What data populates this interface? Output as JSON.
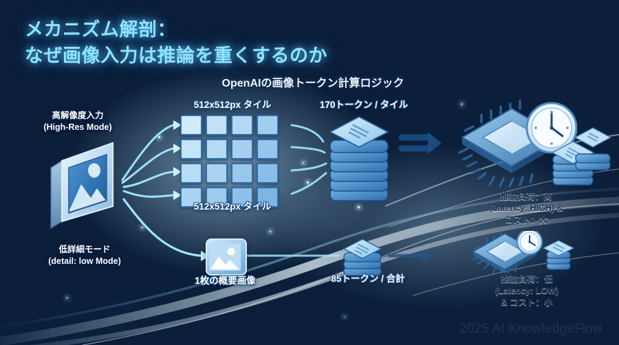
{
  "meta": {
    "accent_glow": "#8fe3ff",
    "bg_dark": "#112f5c",
    "bg_light": "#e8eff6",
    "tile_border": "#2b6fae"
  },
  "title": "メカニズム解剖：\nなぜ画像入力は推論を重くするのか",
  "subtitle": "OpenAIの画像トークン計算ロジック",
  "labels": {
    "high_res_input": "高解像度入力\n(High-Res Mode)",
    "low_detail_mode": "低詳細モード\n(detail: low Mode)",
    "tile_top": "512x512px タイル",
    "tile_bottom": "512x512px タイル",
    "tokens_per_tile": "170トークン / タイル",
    "single_overview_image": "1枚の概要画像",
    "tokens_total": "85トークン / 合計",
    "result_high": "推論負荷：高\n(Latency: HIGH) &\nコスト：大",
    "result_low": "推論負荷：低\n(Latency: LOW)\n& コスト：小"
  },
  "footer": "2025 AI KnowledgeFlow",
  "icons": {
    "source_image": "image-photo-isometric-icon",
    "thumbnail": "image-thumbnail-icon",
    "server_large": "server-stack-icon",
    "server_small": "server-stack-small-icon",
    "chip_large": "cpu-chip-icon",
    "chip_small": "cpu-chip-small-icon",
    "clock_large": "clock-icon",
    "clock_small": "clock-small-icon",
    "coins_large": "coin-stack-icon",
    "coins_small": "coin-stack-small-icon",
    "arrow_high": "arrow-right-high",
    "arrow_low": "arrow-right-low"
  },
  "tiles": {
    "rows": 4,
    "columns": 4,
    "cells": [
      "#d2ebfb",
      "#c3e2f7",
      "#b3d8f3",
      "#a3cdee",
      "#c6e4f8",
      "#b7daf4",
      "#a7d0f0",
      "#97c5eb",
      "#b9dcf5",
      "#aad3f1",
      "#9ac8ed",
      "#8abde8",
      "#acd4f2",
      "#9dcbee",
      "#8dc0ea",
      "#7db6e5"
    ]
  },
  "flows": {
    "top_branch_count": 4,
    "bottom_branch_count": 1
  }
}
